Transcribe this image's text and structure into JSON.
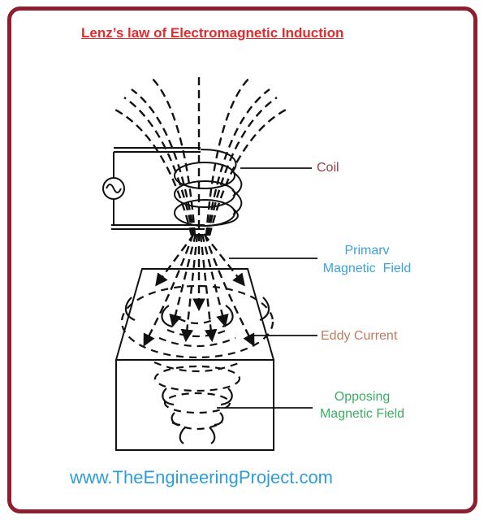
{
  "frame": {
    "border_color": "#8c1f30"
  },
  "title": {
    "text": "Lenz’s law of Electromagnetic Induction",
    "color": "#e32b2e"
  },
  "diagram": {
    "line_color": "#111111",
    "icons": {
      "ac_source": "ac-source-icon (sine wave in circle)",
      "arrows": "down-arrowheads on dashed field lines"
    },
    "labels": {
      "coil": {
        "text": "Coil",
        "color": "#9c3a45"
      },
      "primary_magnetic_field": {
        "text": "Primarv\nMagnetic  Field",
        "color": "#3aa2dc"
      },
      "eddy_current": {
        "text": "Eddy Current",
        "color": "#c07a5e"
      },
      "opposing_magnetic_field": {
        "text": "Opposing\nMagnetic Field",
        "color": "#3aad63"
      }
    }
  },
  "footer": {
    "url": "www.TheEngineeringProject.com",
    "color": "#2d9ed8"
  }
}
